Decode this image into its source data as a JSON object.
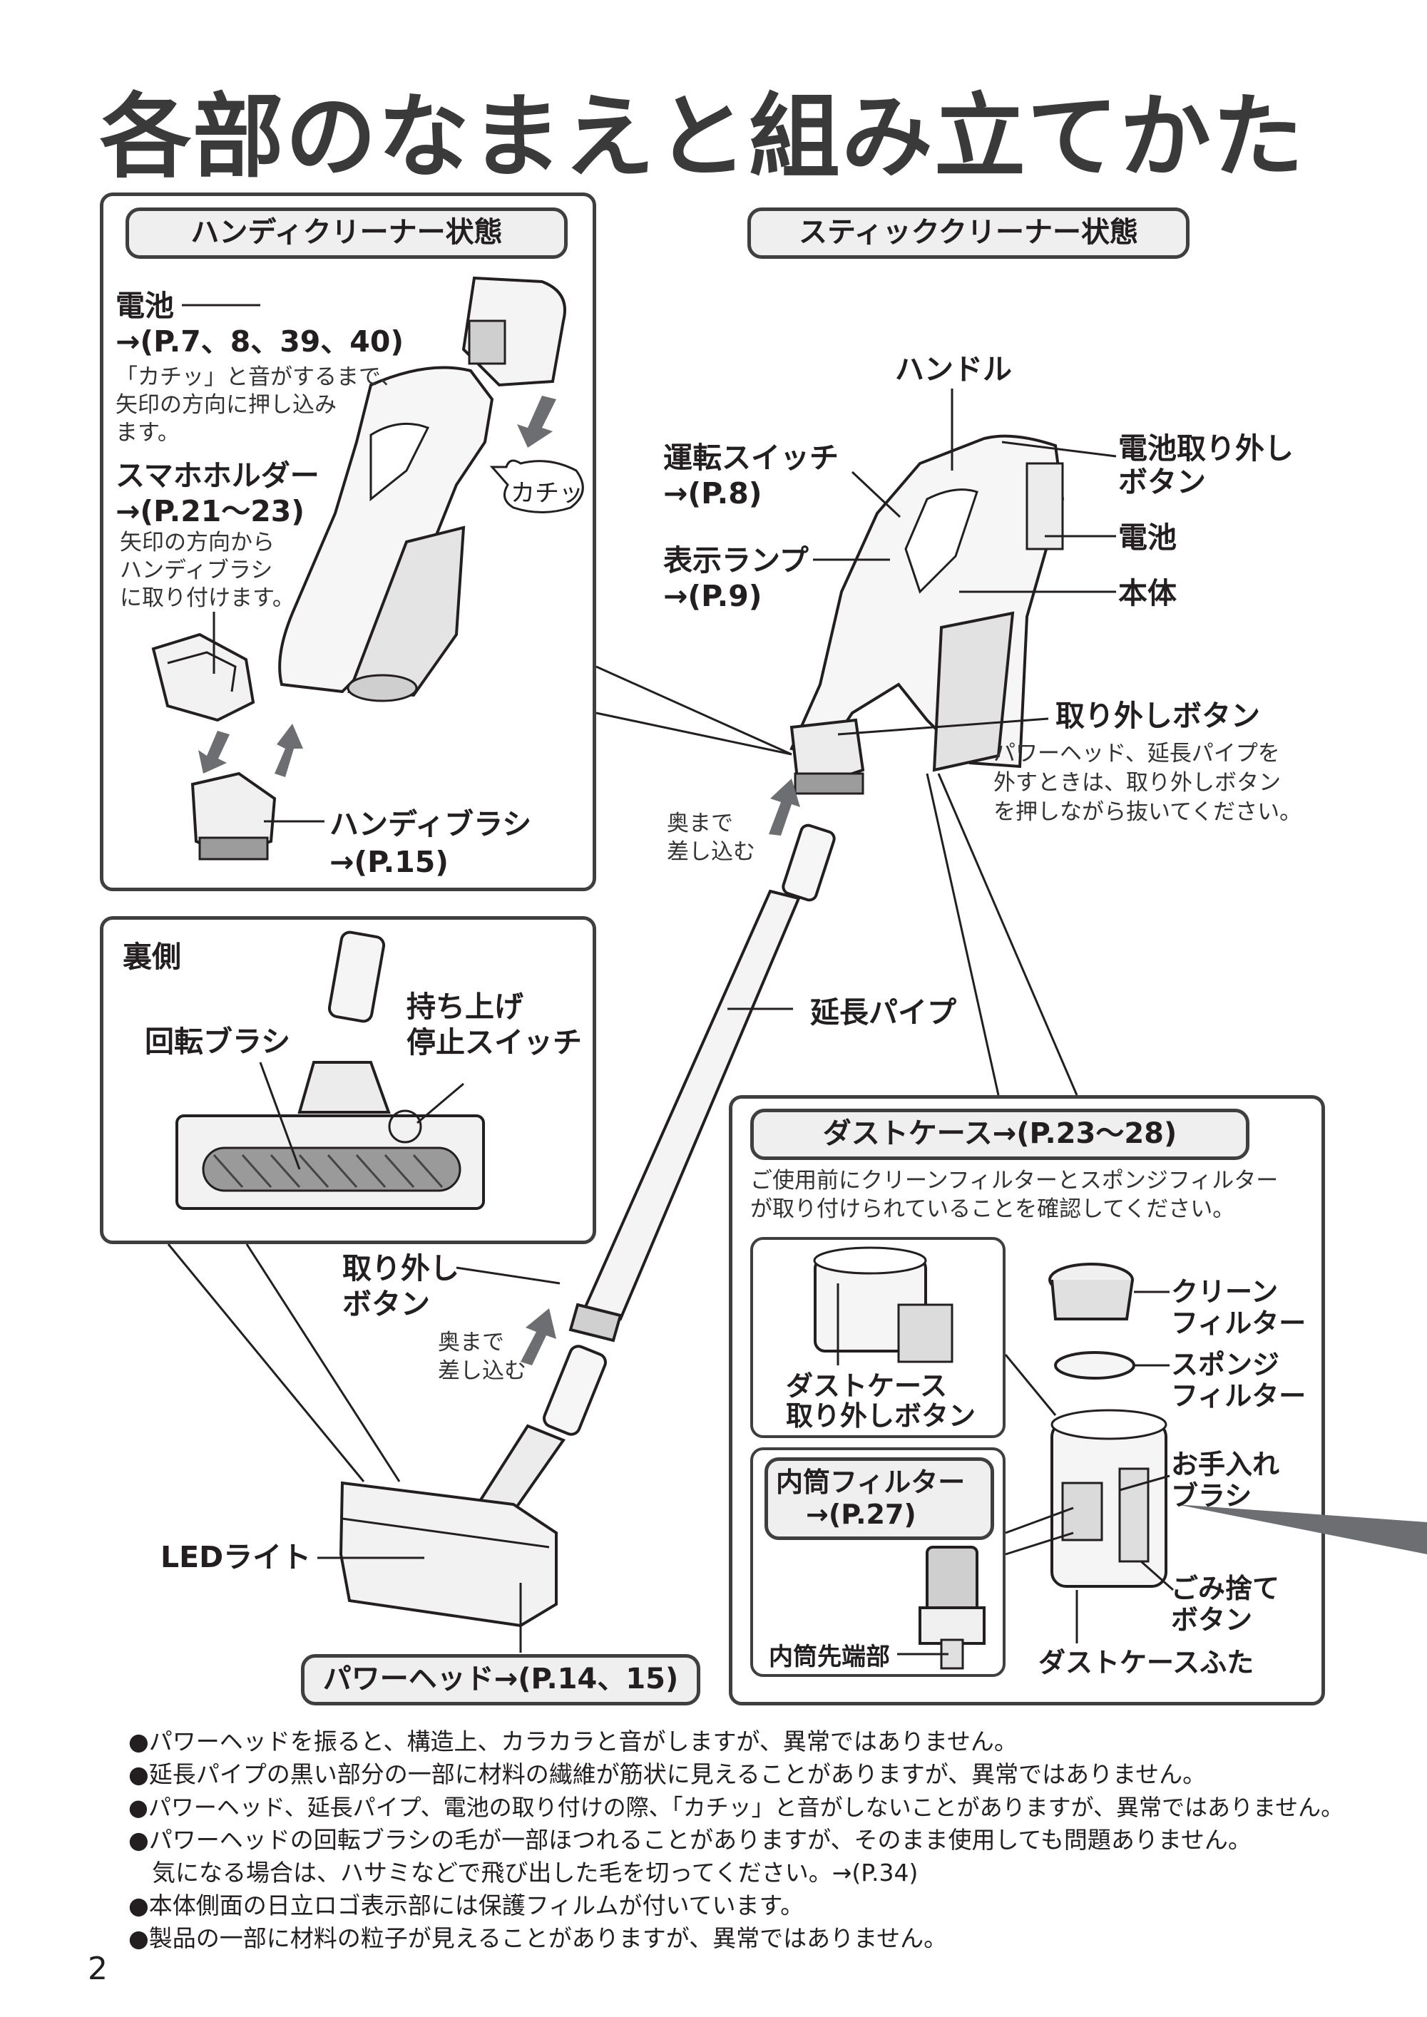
{
  "title": "各部のなまえと組み立てかた",
  "handy": {
    "header": "ハンディクリーナー状態",
    "battery_label": "電池",
    "battery_ref": "→(P.7、8、39、40)",
    "battery_note": [
      "「カチッ」と音がするまで、",
      "矢印の方向に押し込み",
      "ます。"
    ],
    "click_sound": "カチッ",
    "holder_label": "スマホホルダー",
    "holder_ref": "→(P.21～23)",
    "holder_note": [
      "矢印の方向から",
      "ハンディブラシ",
      "に取り付けます。"
    ],
    "brush_label": "ハンディブラシ",
    "brush_ref": "→(P.15)"
  },
  "back": {
    "header": "裏側",
    "rotary_brush": "回転ブラシ",
    "lift_stop_1": "持ち上げ",
    "lift_stop_2": "停止スイッチ"
  },
  "stick": {
    "header": "スティッククリーナー状態",
    "handle": "ハンドル",
    "run_switch": "運転スイッチ",
    "run_switch_ref": "→(P.8)",
    "indicator": "表示ランプ",
    "indicator_ref": "→(P.9)",
    "battery_release_1": "電池取り外し",
    "battery_release_2": "ボタン",
    "battery": "電池",
    "body": "本体",
    "release_button": "取り外しボタン",
    "release_note": [
      "パワーヘッド、延長パイプを",
      "外すときは、取り外しボタン",
      "を押しながら抜いてください。"
    ],
    "insert_1": "奥まで",
    "insert_2": "差し込む",
    "pipe": "延長パイプ",
    "release2_1": "取り外し",
    "release2_2": "ボタン",
    "insert2_1": "奥まで",
    "insert2_2": "差し込む",
    "led": "LEDライト",
    "powerhead": "パワーヘッド→(P.14、15)"
  },
  "dustcase": {
    "header": "ダストケース→(P.23～28)",
    "note": [
      "ご使用前にクリーンフィルターとスポンジフィルター",
      "が取り付けられていることを確認してください。"
    ],
    "release_1": "ダストケース",
    "release_2": "取り外しボタン",
    "clean_filter_1": "クリーン",
    "clean_filter_2": "フィルター",
    "sponge_filter_1": "スポンジ",
    "sponge_filter_2": "フィルター",
    "inner_filter_1": "内筒フィルター",
    "inner_filter_2": "→(P.27)",
    "inner_tip": "内筒先端部",
    "care_brush_1": "お手入れ",
    "care_brush_2": "ブラシ",
    "dust_button_1": "ごみ捨て",
    "dust_button_2": "ボタン",
    "lid": "ダストケースふた"
  },
  "notes": [
    "●パワーヘッドを振ると、構造上、カラカラと音がしますが、異常ではありません。",
    "●延長パイプの黒い部分の一部に材料の繊維が筋状に見えることがありますが、異常ではありません。",
    "●パワーヘッド、延長パイプ、電池の取り付けの際、「カチッ」と音がしないことがありますが、異常ではありません。",
    "●パワーヘッドの回転ブラシの毛が一部ほつれることがありますが、そのまま使用しても問題ありません。",
    "　気になる場合は、ハサミなどで飛び出した毛を切ってください。→(P.34)",
    "●本体側面の日立ロゴ表示部には保護フィルムが付いています。",
    "●製品の一部に材料の粒子が見えることがありますが、異常ではありません。"
  ],
  "page_number": "2"
}
